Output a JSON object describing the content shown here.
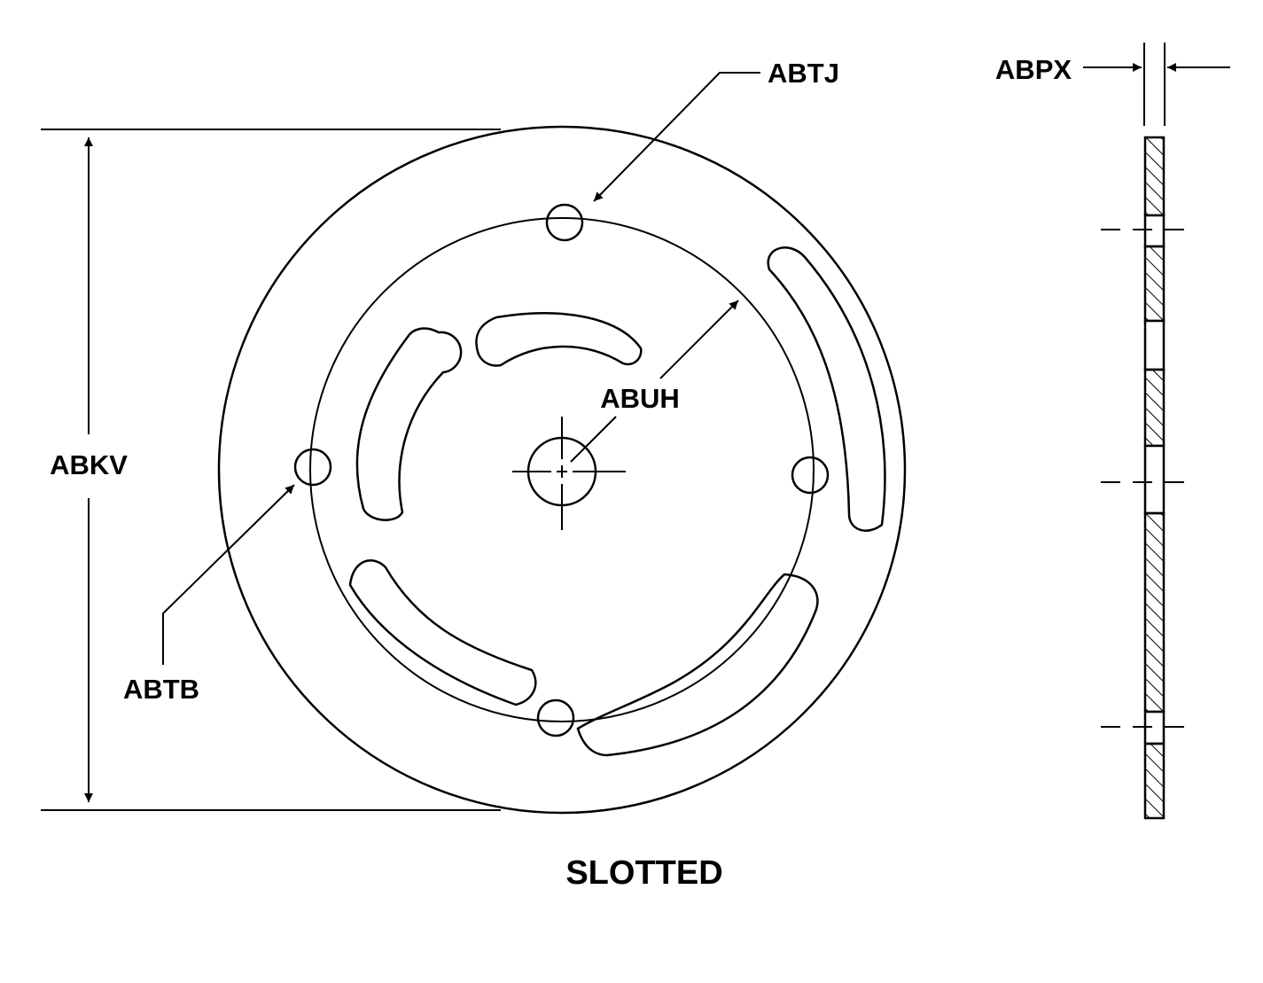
{
  "labels": {
    "outer_diameter": "ABKV",
    "thickness": "ABPX",
    "top_hole": "ABTJ",
    "side_hole": "ABTB",
    "bolt_circle": "ABUH"
  },
  "view_title": "SLOTTED"
}
